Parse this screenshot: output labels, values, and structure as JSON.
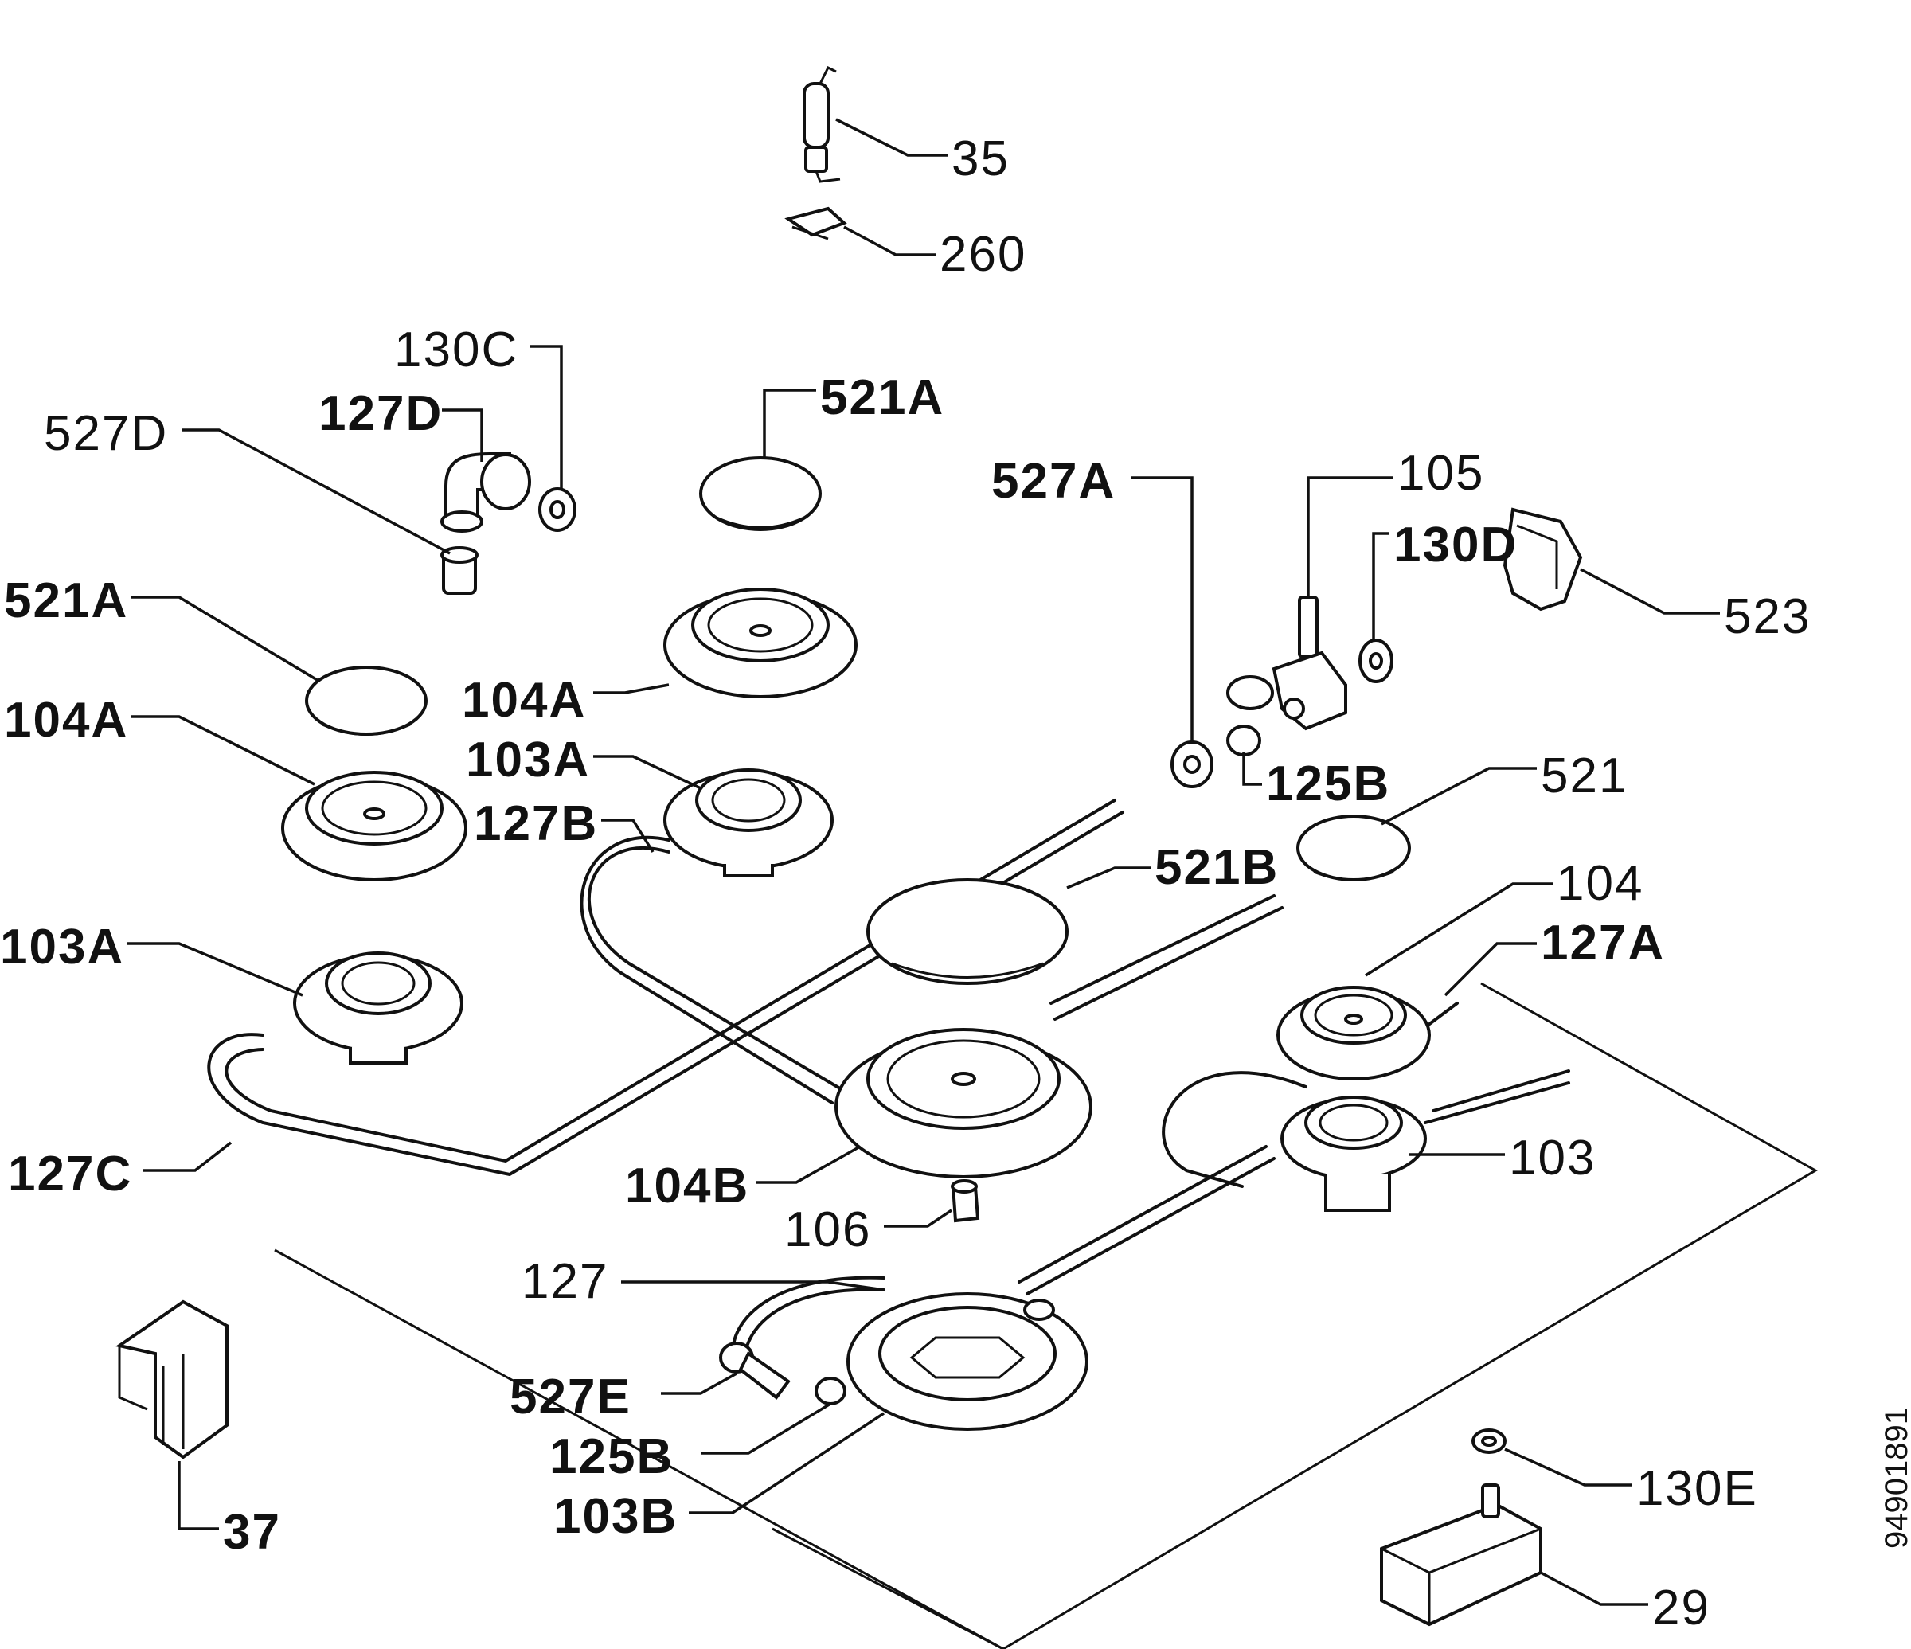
{
  "drawing_code": "94901891",
  "labels": {
    "l35": "35",
    "l260": "260",
    "l130C": "130C",
    "l127D": "127D",
    "l527D": "527D",
    "l521A_top": "521A",
    "l521A_left": "521A",
    "l104A_left": "104A",
    "l104A_mid": "104A",
    "l103A_mid": "103A",
    "l127B": "127B",
    "l103A_left": "103A",
    "l127C": "127C",
    "l527A": "527A",
    "l105": "105",
    "l130D": "130D",
    "l523": "523",
    "l125B_top": "125B",
    "l521": "521",
    "l521B": "521B",
    "l104": "104",
    "l127A": "127A",
    "l104B": "104B",
    "l103": "103",
    "l106": "106",
    "l127": "127",
    "l527E": "527E",
    "l125B_bot": "125B",
    "l103B": "103B",
    "l37": "37",
    "l130E": "130E",
    "l29": "29"
  }
}
